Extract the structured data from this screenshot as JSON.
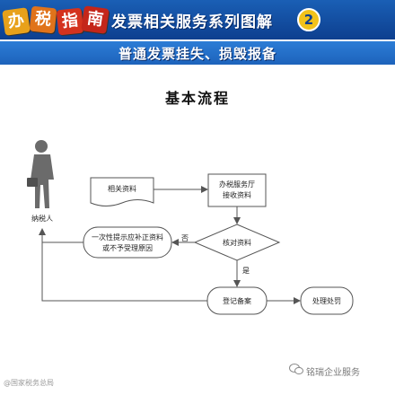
{
  "header": {
    "badges": [
      "办",
      "税",
      "指",
      "南"
    ],
    "title": "发票相关服务系列图解",
    "series_number": "2",
    "subtitle": "普通发票挂失、损毁报备"
  },
  "section_title": "基本流程",
  "flow": {
    "actor": "纳税人",
    "node_doc": "相关资料",
    "node_hall_line1": "办税服务厅",
    "node_hall_line2": "接收资料",
    "node_check": "核对资料",
    "node_reject_line1": "一次性提示应补正资料",
    "node_reject_line2": "或不予受理原因",
    "label_no": "否",
    "label_yes": "是",
    "node_register": "登记备案",
    "node_punish": "处理处罚"
  },
  "footer": {
    "watermark_left": "@国家税务总局",
    "watermark_right": "铭瑞企业服务"
  },
  "colors": {
    "header_blue": "#0d3f8f",
    "banner_blue": "#1d63bb",
    "badge_orange": "#e8a11a",
    "badge_red": "#d4321e",
    "number_yellow": "#f2c21b",
    "line_gray": "#555555"
  }
}
